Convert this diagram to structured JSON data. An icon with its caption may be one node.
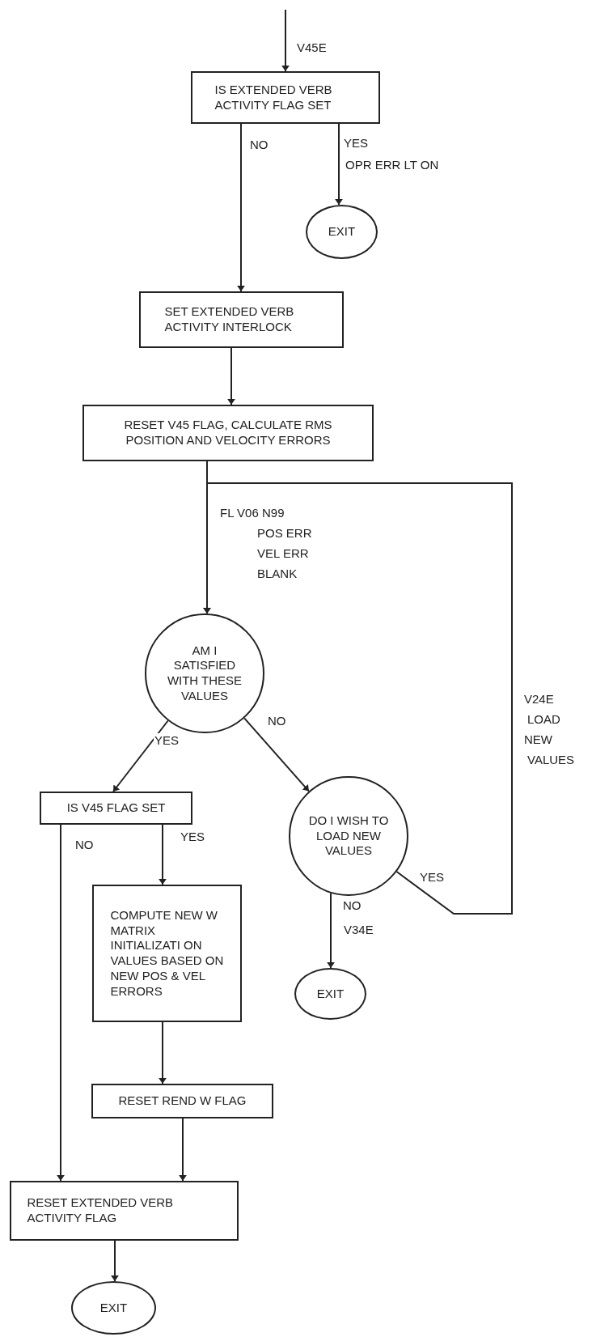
{
  "diagram": {
    "nodes": [
      {
        "text": [
          "IS EXTENDED VERB ACTIVITY FLAG SET"
        ]
      },
      {
        "text": [
          "EXIT"
        ]
      },
      {
        "text": [
          "SET EXTENDED VERB ACTIVITY INTERLOCK"
        ]
      },
      {
        "text": [
          "RESET V45 FLAG, CALCULATE RMS POSITION AND VELOCITY ERRORS"
        ]
      },
      {
        "text": [
          "AM I SATISFIED WITH THESE VALUES"
        ]
      },
      {
        "text": [
          "IS V45 FLAG SET"
        ]
      },
      {
        "text": [
          "DO I WISH TO LOAD NEW VALUES"
        ]
      },
      {
        "text": [
          "EXIT"
        ]
      },
      {
        "text": [
          "COMPUTE NEW W MATRIX INITIALIZATI ON VALUES BASED ON NEW POS & VEL ERRORS"
        ]
      },
      {
        "text": [
          "RESET REND W FLAG"
        ]
      },
      {
        "text": [
          "RESET EXTENDED VERB ACTIVITY FLAG"
        ]
      },
      {
        "text": [
          "EXIT"
        ]
      }
    ],
    "edges": [
      {
        "from": null,
        "to": 0,
        "arrow": "to",
        "label": "V45E"
      },
      {
        "from": 0,
        "to": 2,
        "arrow": "to",
        "label": "NO"
      },
      {
        "from": 0,
        "to": 1,
        "arrow": "to",
        "label": "YES"
      },
      {
        "from": 2,
        "to": 3,
        "arrow": "to"
      },
      {
        "from": 3,
        "to": 4,
        "arrow": "to"
      },
      {
        "from": 4,
        "to": 5,
        "arrow": "to",
        "label": "YES"
      },
      {
        "from": 4,
        "to": 6,
        "arrow": "to",
        "label": "NO"
      },
      {
        "from": 6,
        "to": 7,
        "arrow": "to",
        "label": "NO"
      },
      {
        "from": 6,
        "to": 4,
        "arrow": "to",
        "label": "YES"
      },
      {
        "from": 5,
        "to": 10,
        "arrow": "to",
        "label": "NO"
      },
      {
        "from": 5,
        "to": 8,
        "arrow": "to",
        "label": "YES"
      },
      {
        "from": 8,
        "to": 9,
        "arrow": "to"
      },
      {
        "from": 9,
        "to": 10,
        "arrow": "to"
      },
      {
        "from": 10,
        "to": 11,
        "arrow": "to"
      }
    ],
    "labels": [
      "OPR ERR LT ON",
      "FL V06 N99",
      "POS ERR",
      "VEL ERR",
      "BLANK",
      "V24E",
      "LOAD",
      "NEW",
      "VALUES",
      "V34E"
    ]
  }
}
